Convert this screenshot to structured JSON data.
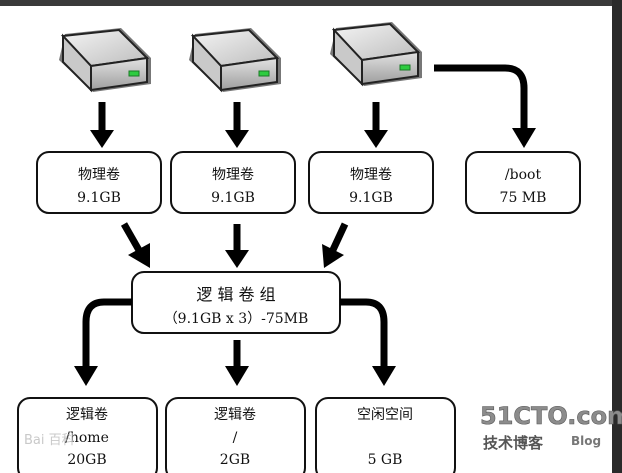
{
  "physical_volumes": [
    {
      "title": "物理卷",
      "size": "9.1GB"
    },
    {
      "title": "物理卷",
      "size": "9.1GB"
    },
    {
      "title": "物理卷",
      "size": "9.1GB"
    }
  ],
  "boot_partition": {
    "title": "/boot",
    "size": "75 MB"
  },
  "volume_group": {
    "title": "逻 辑 卷 组",
    "size": "（9.1GB x 3）-75MB"
  },
  "logical_volumes": [
    {
      "title": "逻辑卷",
      "mount": "/home",
      "size": "20GB"
    },
    {
      "title": "逻辑卷",
      "mount": "/",
      "size": "2GB"
    }
  ],
  "free_space": {
    "title": "空闲空间",
    "size": "5 GB"
  },
  "watermarks": {
    "site": "51CTO.com",
    "tagline": "技术博客",
    "blog": "Blog",
    "baidu": "Bai 百科"
  },
  "icons": {
    "disk": "hard-disk-icon"
  }
}
